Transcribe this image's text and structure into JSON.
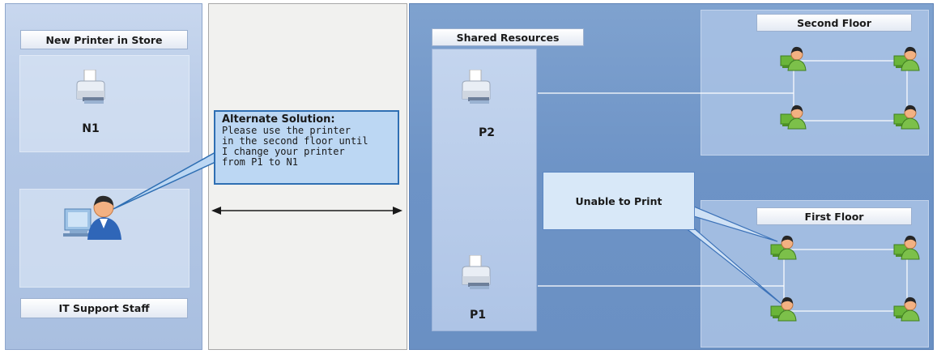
{
  "left_panel": {
    "title": "New Printer in Store",
    "printer_label": "N1",
    "staff_label": "IT Support Staff"
  },
  "callout": {
    "title": "Alternate Solution:",
    "lines": [
      "Please use the printer",
      "in the second floor until",
      "I change your printer",
      "from P1 to N1"
    ]
  },
  "right_panel": {
    "shared_resources_label": "Shared Resources",
    "printer_top_label": "P2",
    "printer_bottom_label": "P1",
    "second_floor_label": "Second Floor",
    "first_floor_label": "First Floor",
    "unable_label": "Unable to Print"
  },
  "colors": {
    "left_panel": "#b4c8e6",
    "middle_panel": "#f1f1ef",
    "right_panel": "#6d93c6",
    "callout_border": "#2f6fb3",
    "callout_fill": "#bcd7f3",
    "connector_line": "#ffffff"
  },
  "icons": [
    "printer-icon",
    "support-staff-icon",
    "network-user-icon",
    "double-arrow-icon"
  ]
}
